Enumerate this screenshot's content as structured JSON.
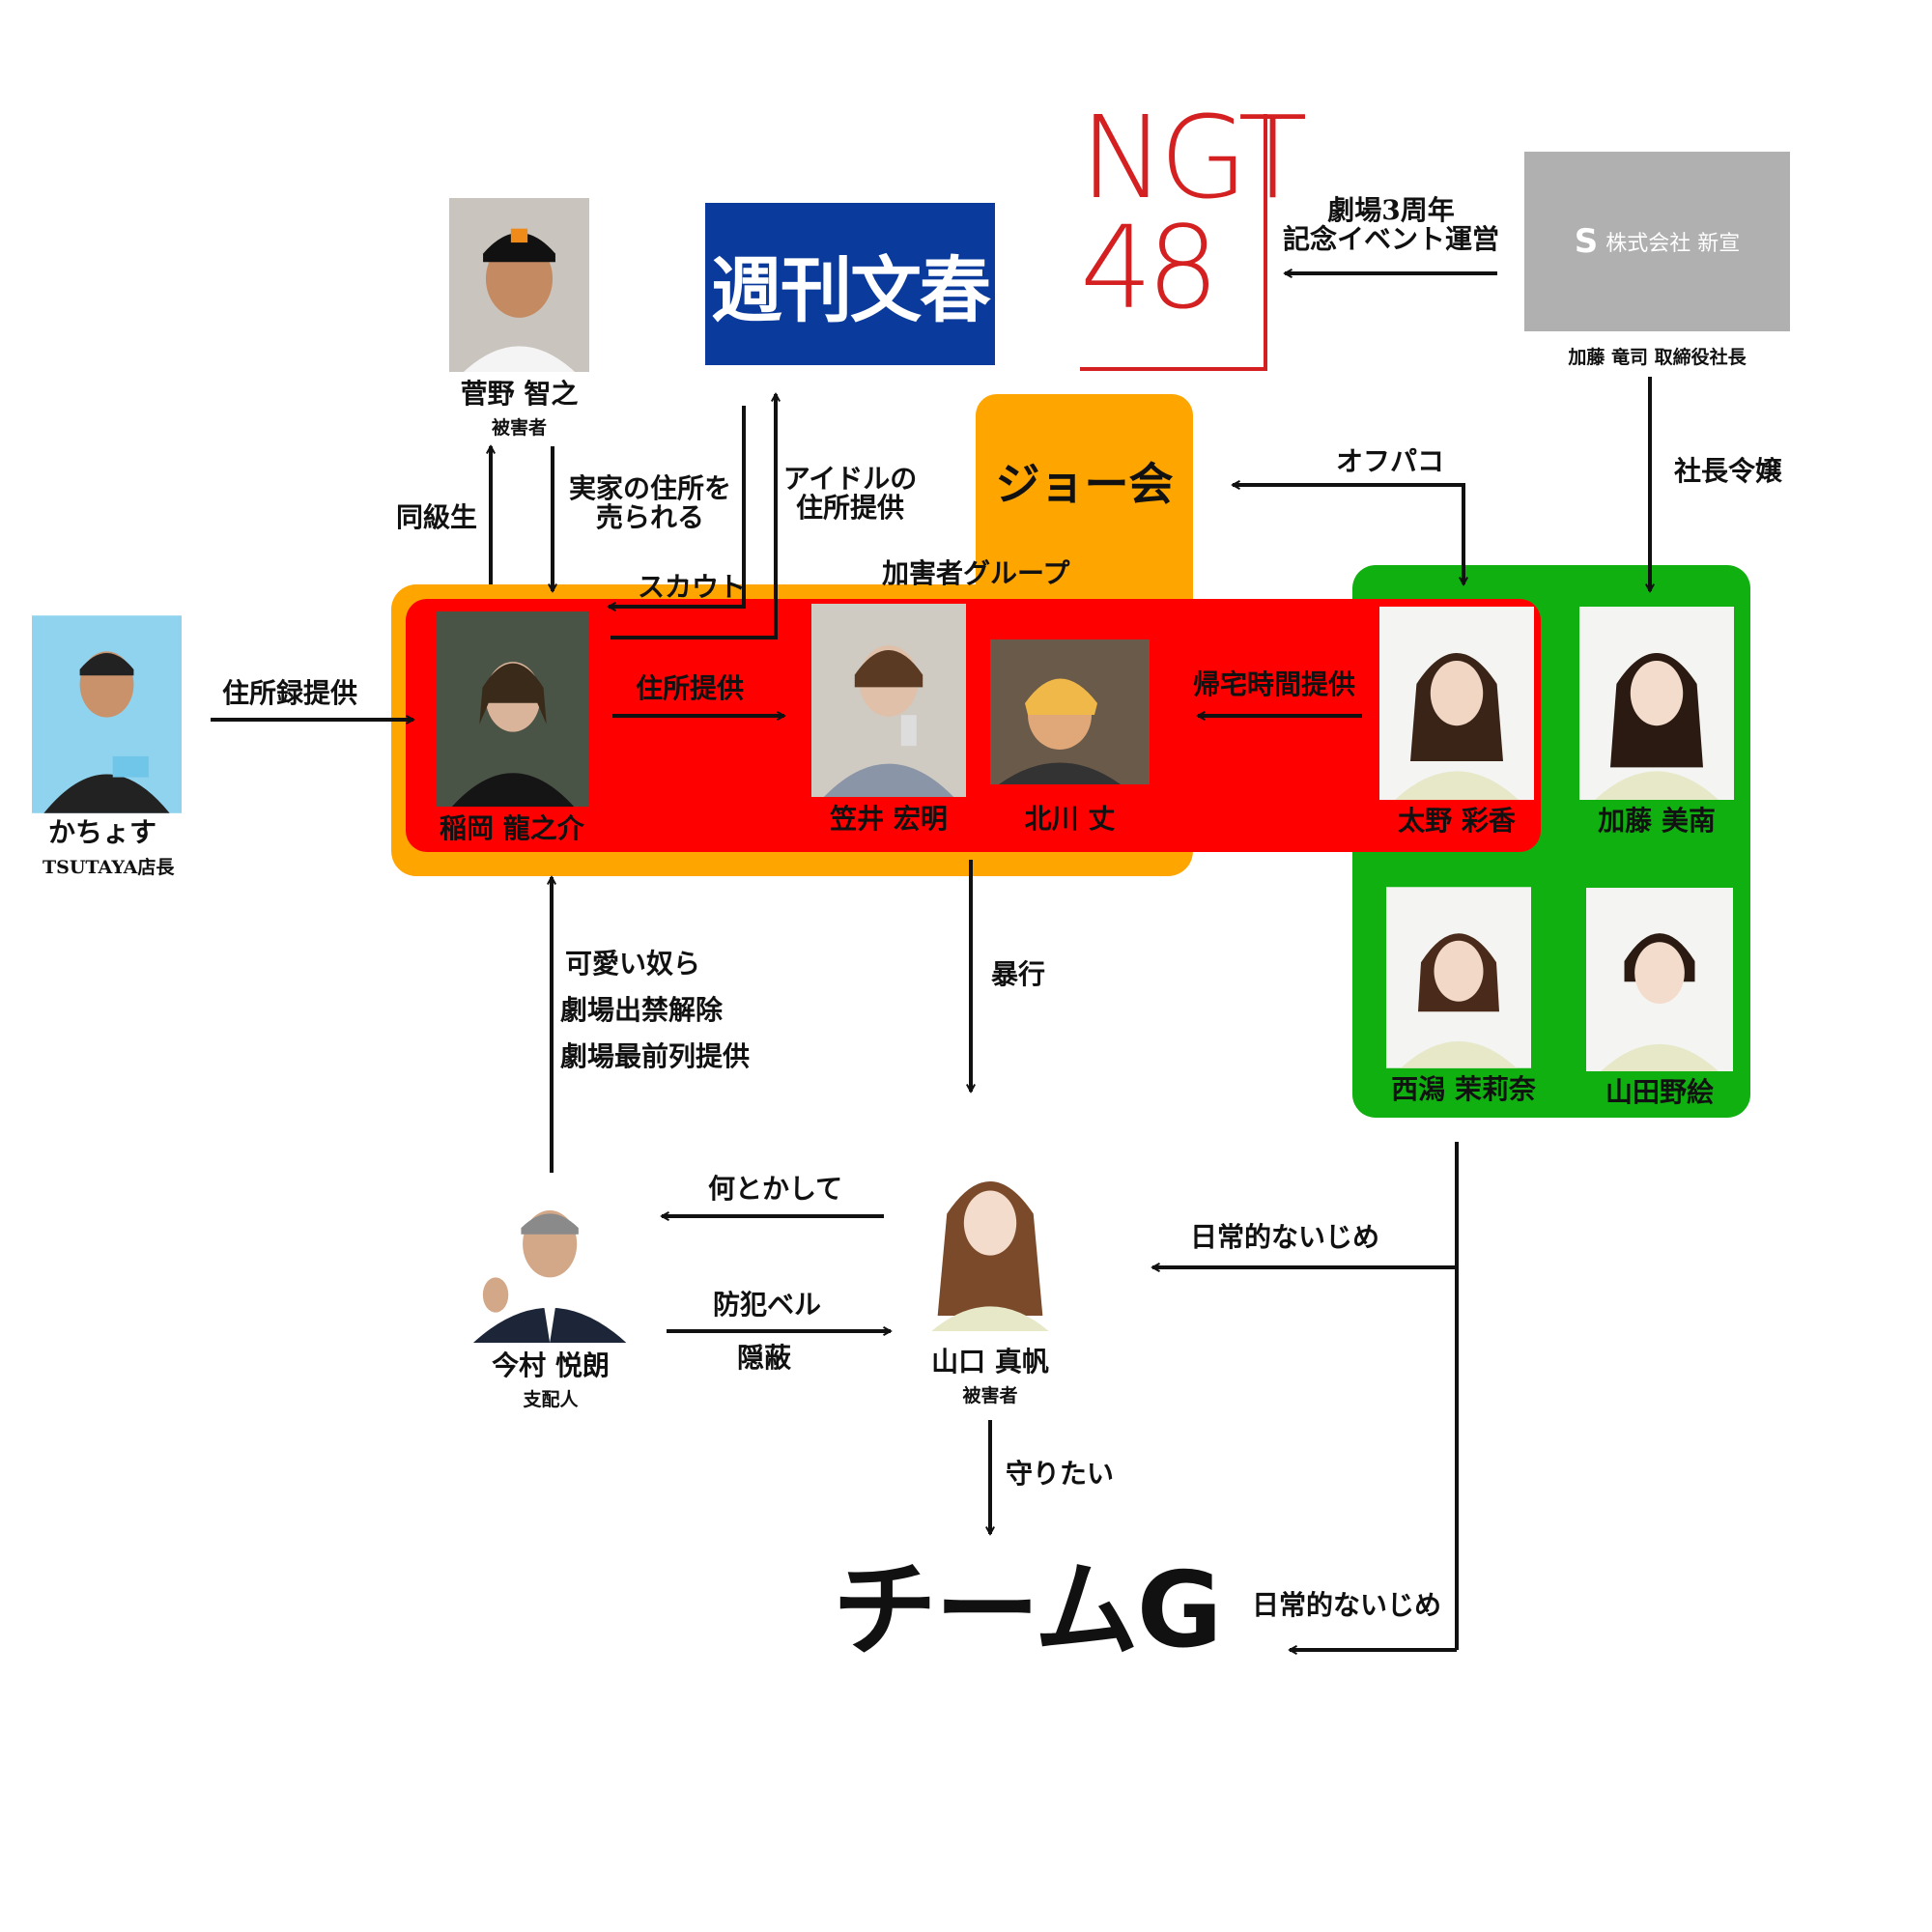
{
  "colors": {
    "kagaisha_group": "#ffa500",
    "inner_group": "#ff0000",
    "green_group": "#00aa00",
    "bunshun_blue": "#0a3a9c",
    "ngt_red": "#d42020",
    "shingi_gray": "#b0b0b0"
  },
  "logos": {
    "bunshun": "週刊文春",
    "ngt_line1": "NGT",
    "ngt_line2": "48",
    "shingi": "株式会社 新宣",
    "joe_kai": "ジョー会",
    "team_g": "チームG"
  },
  "people": {
    "sugano": {
      "name": "菅野 智之",
      "role": "被害者"
    },
    "kachoyasu": {
      "name": "かちょす",
      "role": "TSUTAYA店長"
    },
    "inaoka": {
      "name": "稲岡 龍之介"
    },
    "kasai": {
      "name": "笠井 宏明"
    },
    "kitagawa": {
      "name": "北川 丈"
    },
    "ono": {
      "name": "太野 彩香"
    },
    "kato_minami": {
      "name": "加藤 美南"
    },
    "nishigata": {
      "name": "西潟 茉莉奈"
    },
    "yamada": {
      "name": "山田野絵"
    },
    "imamura": {
      "name": "今村 悦朗",
      "role": "支配人"
    },
    "yamaguchi": {
      "name": "山口 真帆",
      "role": "被害者"
    },
    "kato_ceo": {
      "name": "加藤 竜司 取締役社長"
    }
  },
  "labels": {
    "kagaisha_group": "加害者グループ",
    "dokyusei": "同級生",
    "jikka_1": "実家の住所を",
    "jikka_2": "売られる",
    "scout": "スカウト",
    "idol_1": "アイドルの",
    "idol_2": "住所提供",
    "gekijo_1": "劇場3周年",
    "gekijo_2": "記念イベント運営",
    "offpako": "オフパコ",
    "shacho_reijo": "社長令嬢",
    "jushoroku": "住所録提供",
    "jusho_teikyo": "住所提供",
    "kitaku": "帰宅時間提供",
    "boko": "暴行",
    "kawaii_1": "可愛い奴ら",
    "kawaii_2": "劇場出禁解除",
    "kawaii_3": "劇場最前列提供",
    "nantoka": "何とかして",
    "bohan": "防犯ベル",
    "inpei": "隠蔽",
    "ijime_1": "日常的ないじめ",
    "ijime_2": "日常的ないじめ",
    "mamoritai": "守りたい"
  }
}
